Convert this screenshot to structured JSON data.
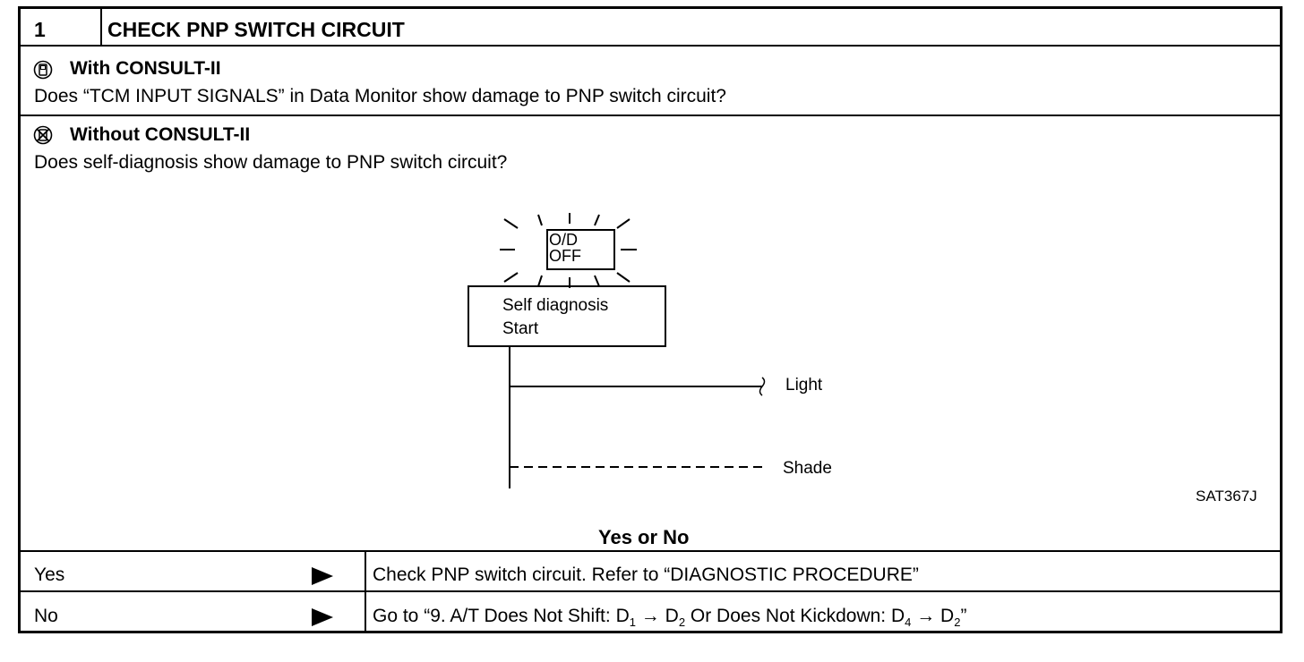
{
  "header": {
    "step_number": "1",
    "title": "CHECK PNP SWITCH CIRCUIT"
  },
  "consult": {
    "label": "With CONSULT-II",
    "icon": "consult-tool-icon",
    "question": "Does “TCM INPUT SIGNALS” in Data Monitor show damage to PNP switch circuit?"
  },
  "no_consult": {
    "label": "Without CONSULT-II",
    "icon": "no-tool-icon",
    "question": "Does self-diagnosis show damage to PNP switch circuit?"
  },
  "figure": {
    "lamp_line1": "O/D",
    "lamp_line2": "OFF",
    "box_line1": "Self  diagnosis",
    "box_line2": "Start",
    "light_label": "Light",
    "shade_label": "Shade",
    "figure_id": "SAT367J"
  },
  "prompt": "Yes or No",
  "answers": [
    {
      "label": "Yes",
      "action": "Check PNP switch circuit. Refer to “DIAGNOSTIC PROCEDURE”"
    },
    {
      "label": "No",
      "action_parts": [
        "Go to “9. A/T Does Not Shift: D",
        "1",
        " → D",
        "2",
        " Or Does Not Kickdown: D",
        "4",
        " → D",
        "2",
        "”"
      ]
    }
  ]
}
